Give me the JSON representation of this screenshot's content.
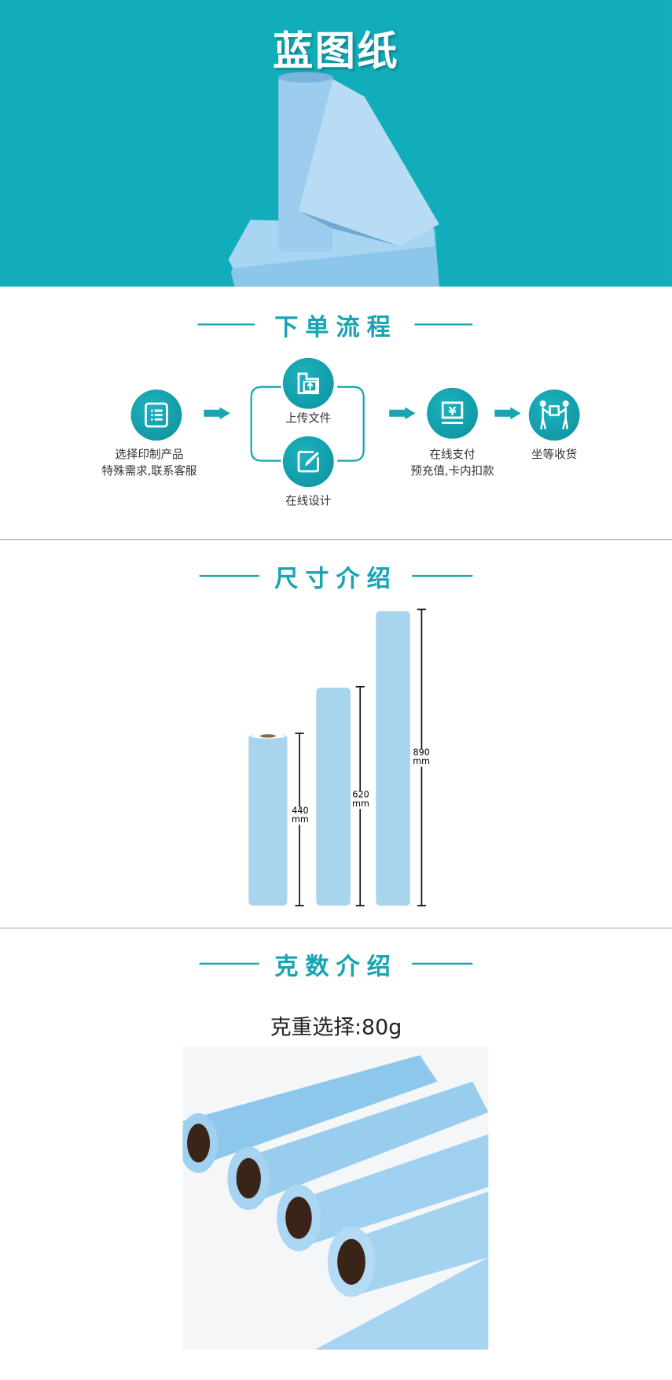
{
  "banner": {
    "title": "蓝图纸"
  },
  "order_process": {
    "title": "下单流程",
    "steps": [
      {
        "icon": "list-icon",
        "lines": [
          "选择印制产品",
          "特殊需求,联系客服"
        ]
      },
      {
        "icon": "upload-folder-icon",
        "lines": [
          "上传文件"
        ]
      },
      {
        "icon": "edit-pen-icon",
        "lines": [
          "在线设计"
        ]
      },
      {
        "icon": "yuan-monitor-icon",
        "lines": [
          "在线支付",
          "预充值,卡内扣款"
        ]
      },
      {
        "icon": "delivery-people-icon",
        "lines": [
          "坐等收货"
        ]
      }
    ]
  },
  "sizes": {
    "title": "尺寸介绍",
    "rolls": [
      {
        "value": "440",
        "unit": "mm"
      },
      {
        "value": "620",
        "unit": "mm"
      },
      {
        "value": "890",
        "unit": "mm"
      }
    ]
  },
  "weight": {
    "title": "克数介绍",
    "label": "克重选择:80g"
  },
  "colors": {
    "brand": "#12adba",
    "paper": "#a9d4ee"
  }
}
